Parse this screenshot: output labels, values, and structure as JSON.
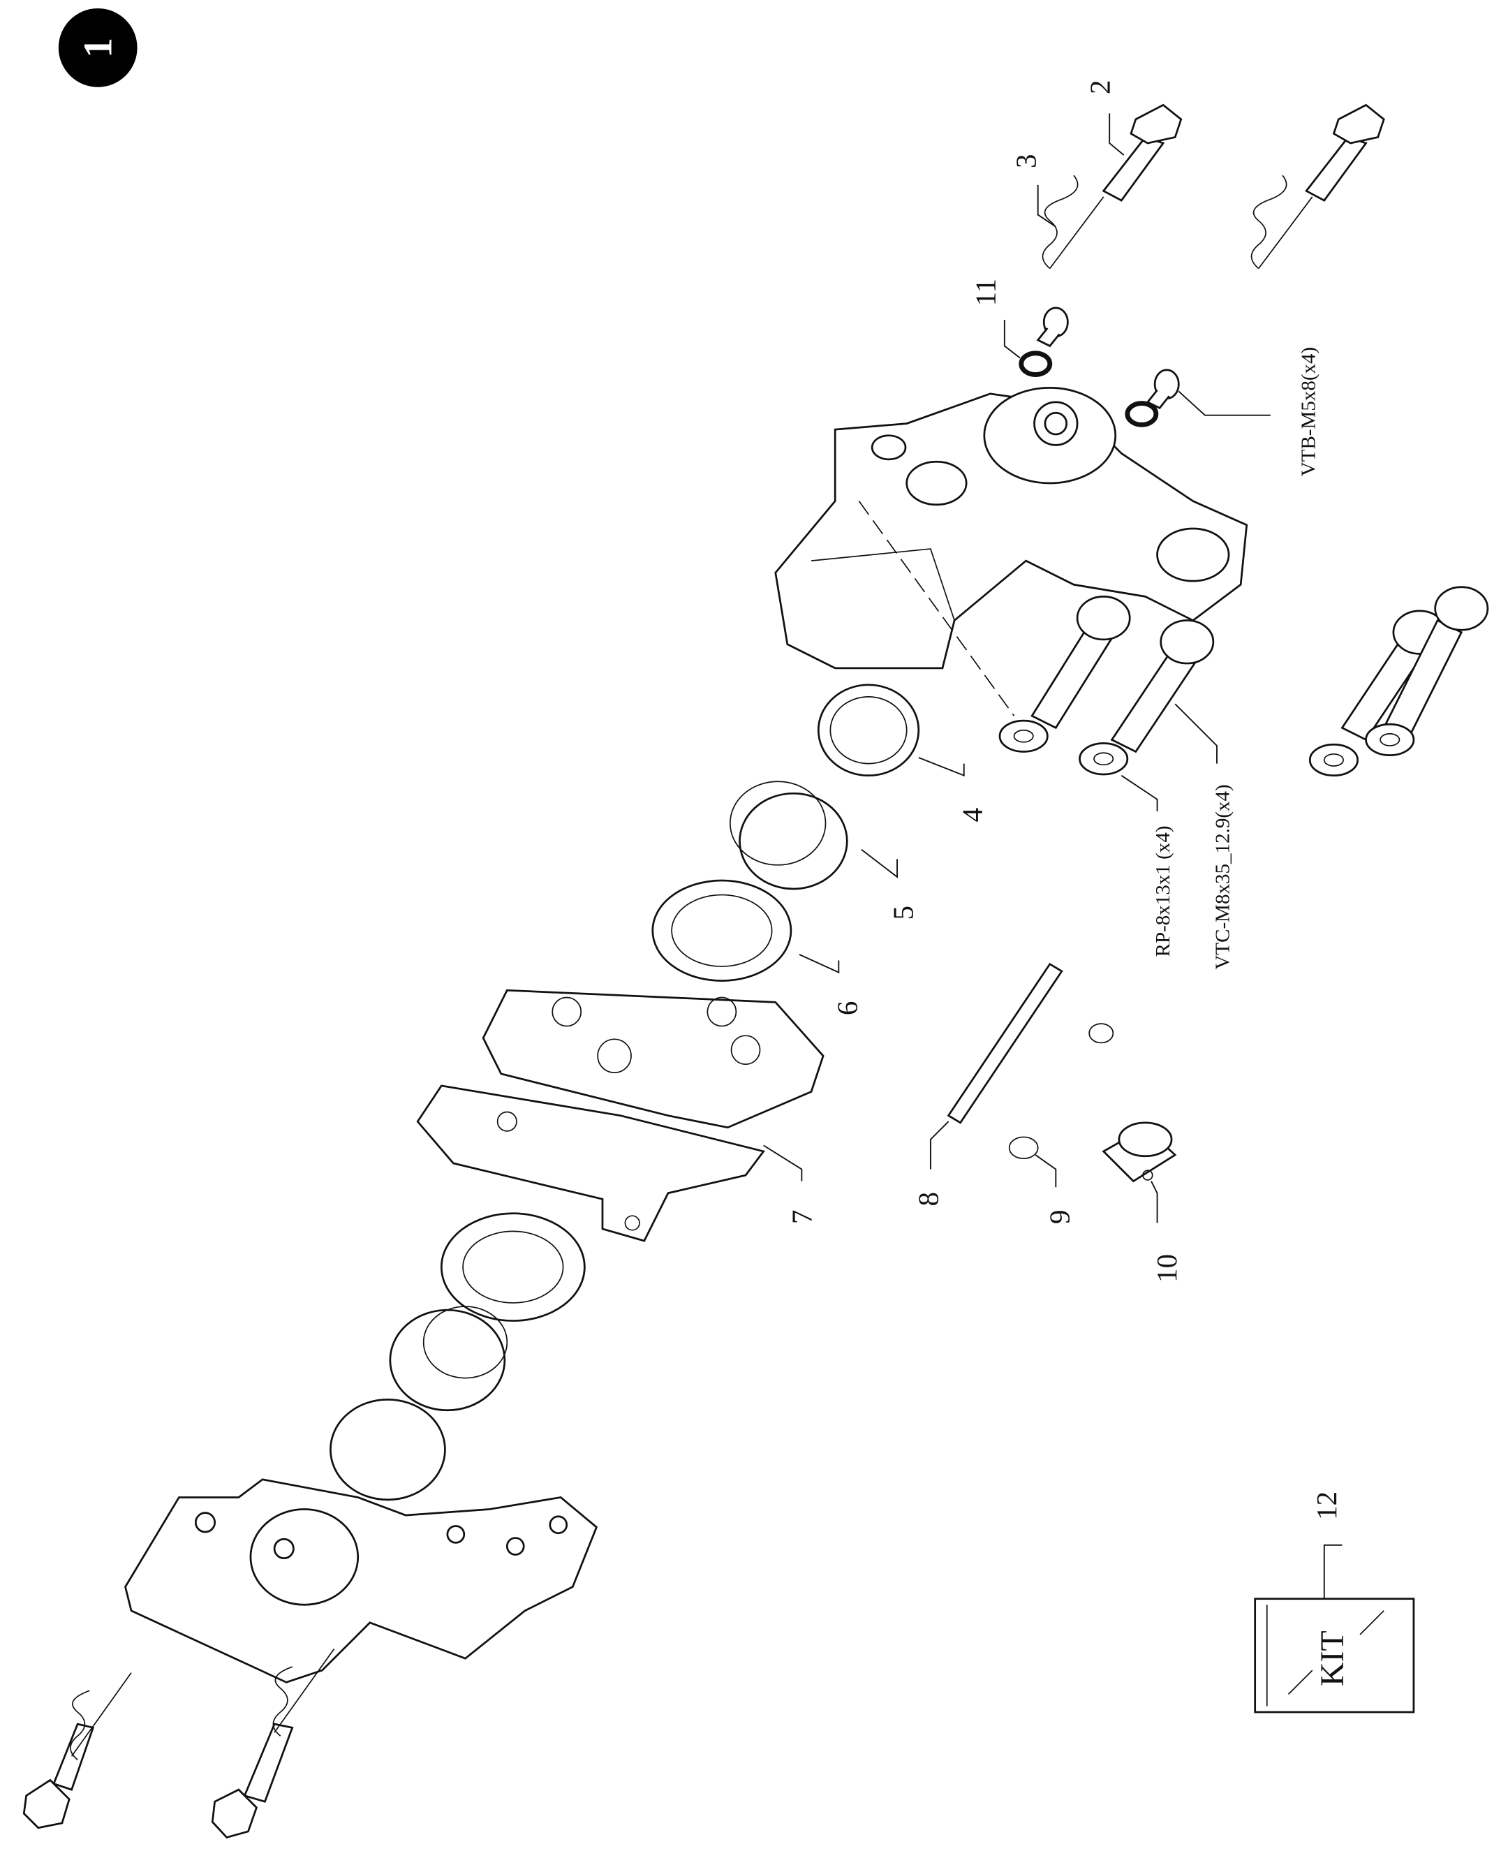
{
  "sheet": {
    "badge": "1"
  },
  "callouts": {
    "p2": "2",
    "p3": "3",
    "p4": "4",
    "p5": "5",
    "p6": "6",
    "p7": "7",
    "p8": "8",
    "p9": "9",
    "p10": "10",
    "p11": "11",
    "p12": "12"
  },
  "specs": {
    "screw_small": "VTB-M5x8(x4)",
    "washer": "RP-8x13x1 (x4)",
    "bolt": "VTC-M8x35_12.9(x4)"
  },
  "kit": {
    "label": "KIT"
  }
}
